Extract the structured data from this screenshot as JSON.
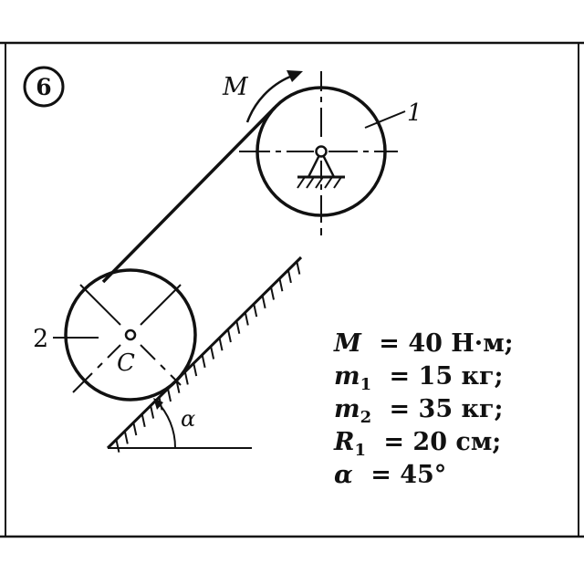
{
  "problem": {
    "number": "6"
  },
  "labels": {
    "moment": "M",
    "wheel1": "1",
    "wheel2": "2",
    "center": "C",
    "angle": "α"
  },
  "given": {
    "M_symbol": "M",
    "M_value": "= 40 Н·м;",
    "m1_symbol": "m",
    "m1_sub": "1",
    "m1_value": "= 15 кг;",
    "m2_symbol": "m",
    "m2_sub": "2",
    "m2_value": "= 35 кг;",
    "R1_symbol": "R",
    "R1_sub": "1",
    "R1_value": "= 20 см;",
    "alpha_symbol": "α",
    "alpha_value": "= 45°"
  },
  "colors": {
    "ink": "#111111",
    "paper": "#ffffff"
  }
}
